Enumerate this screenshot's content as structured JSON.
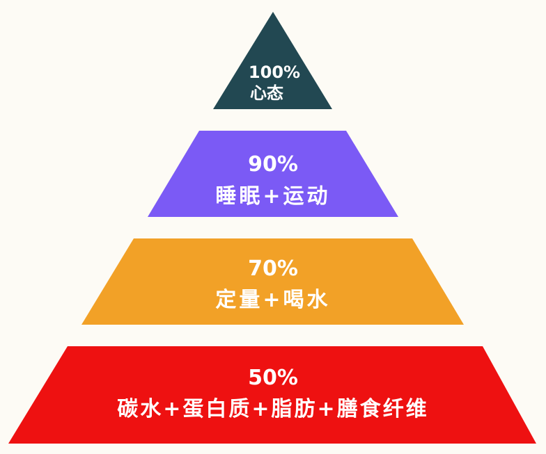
{
  "pyramid": {
    "levels": [
      {
        "percent": "100%",
        "label": "心态",
        "color": "#224852"
      },
      {
        "percent": "90%",
        "label": "睡眠+运动",
        "color": "#7b5af5"
      },
      {
        "percent": "70%",
        "label": "定量+喝水",
        "color": "#f2a127"
      },
      {
        "percent": "50%",
        "label": "碳水+蛋白质+脂肪+膳食纤维",
        "color": "#ee1111"
      }
    ]
  }
}
